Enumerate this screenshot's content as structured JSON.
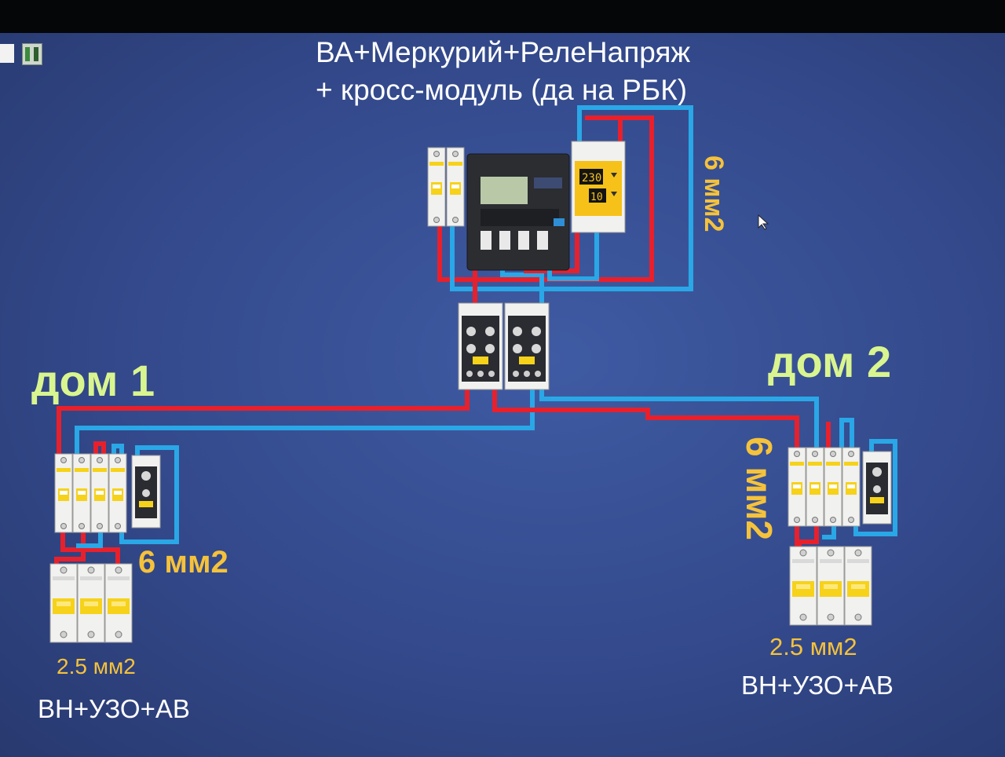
{
  "header": {
    "title_line1": "ВА+Меркурий+РелеНапряж",
    "title_line2": "+ кросс-модуль (да на РБК)"
  },
  "labels": {
    "house1": "дом 1",
    "house2": "дом 2",
    "cable_top": "6 мм2",
    "cable_house1": "6 мм2",
    "cable_house2": "6 мм2",
    "group_house1": "2.5 мм2",
    "group_house2": "2.5 мм2",
    "combo_house1": "ВН+УЗО+АВ",
    "combo_house2": "ВН+УЗО+АВ"
  },
  "relay_display": {
    "voltage": "230",
    "current": "10"
  },
  "colors": {
    "background": "#33498b",
    "phase_wire": "#e8202c",
    "neutral_wire": "#2aa7e6",
    "house_label": "#d9f58f",
    "cable_label": "#f5c23b",
    "device_body": "#f1f1ef",
    "breaker_lever": "#f6d21a",
    "meter_body": "#2b2d31",
    "relay_screen": "#f6c21a"
  },
  "icons": [
    "mouse-cursor-icon",
    "app-tray-icon"
  ]
}
